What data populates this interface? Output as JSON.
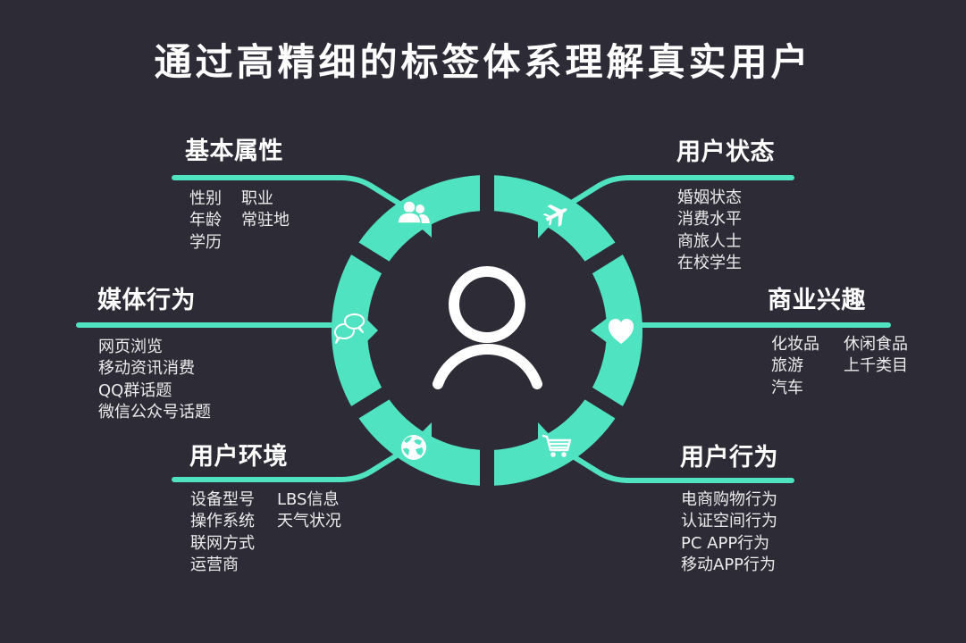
{
  "title": "通过高精细的标签体系理解真实用户",
  "colors": {
    "background": "#2c2b36",
    "accent": "#4fe3c2",
    "heading_text": "#ffffff",
    "item_text": "#ececec"
  },
  "center_icon": "user-icon",
  "categories": [
    {
      "title": "基本属性",
      "icon": "people-icon",
      "col1": [
        "性别",
        "年龄",
        "学历"
      ],
      "col2": [
        "职业",
        "常驻地"
      ]
    },
    {
      "title": "用户状态",
      "icon": "airplane-icon",
      "col1": [
        "婚姻状态",
        "消费水平",
        "商旅人士",
        "在校学生"
      ]
    },
    {
      "title": "媒体行为",
      "icon": "chat-bubbles-icon",
      "col1": [
        "网页浏览",
        "移动资讯消费",
        "QQ群话题",
        "微信公众号话题"
      ]
    },
    {
      "title": "商业兴趣",
      "icon": "heart-icon",
      "col1": [
        "化妆品",
        "旅游",
        "汽车"
      ],
      "col2": [
        "休闲食品",
        "上千类目"
      ]
    },
    {
      "title": "用户环境",
      "icon": "globe-icon",
      "col1": [
        "设备型号",
        "操作系统",
        "联网方式",
        "运营商"
      ],
      "col2": [
        "LBS信息",
        "天气状况"
      ]
    },
    {
      "title": "用户行为",
      "icon": "shopping-cart-icon",
      "col1": [
        "电商购物行为",
        "认证空间行为",
        "PC APP行为",
        "移动APP行为"
      ]
    }
  ]
}
